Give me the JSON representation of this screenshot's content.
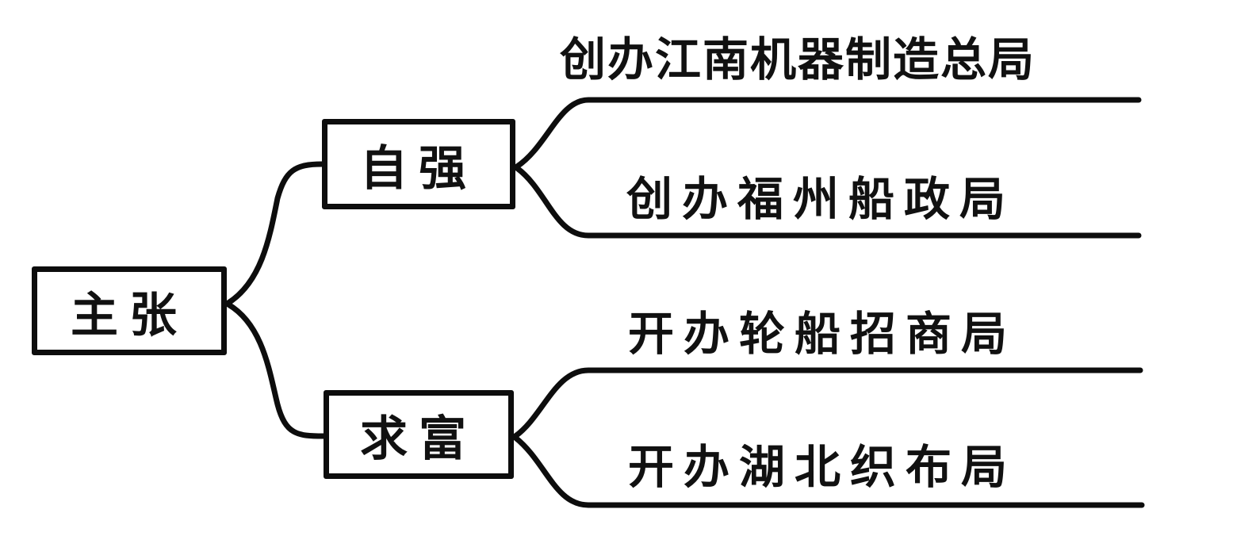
{
  "diagram": {
    "root": {
      "label": "主张"
    },
    "branches": [
      {
        "label": "自强",
        "items": [
          {
            "label": "创办江南机器制造总局"
          },
          {
            "label": "创办福州船政局"
          }
        ]
      },
      {
        "label": "求富",
        "items": [
          {
            "label": "开办轮船招商局"
          },
          {
            "label": "开办湖北织布局"
          }
        ]
      }
    ],
    "colors": {
      "ink": "#0d0d0d",
      "background": "#ffffff"
    }
  }
}
